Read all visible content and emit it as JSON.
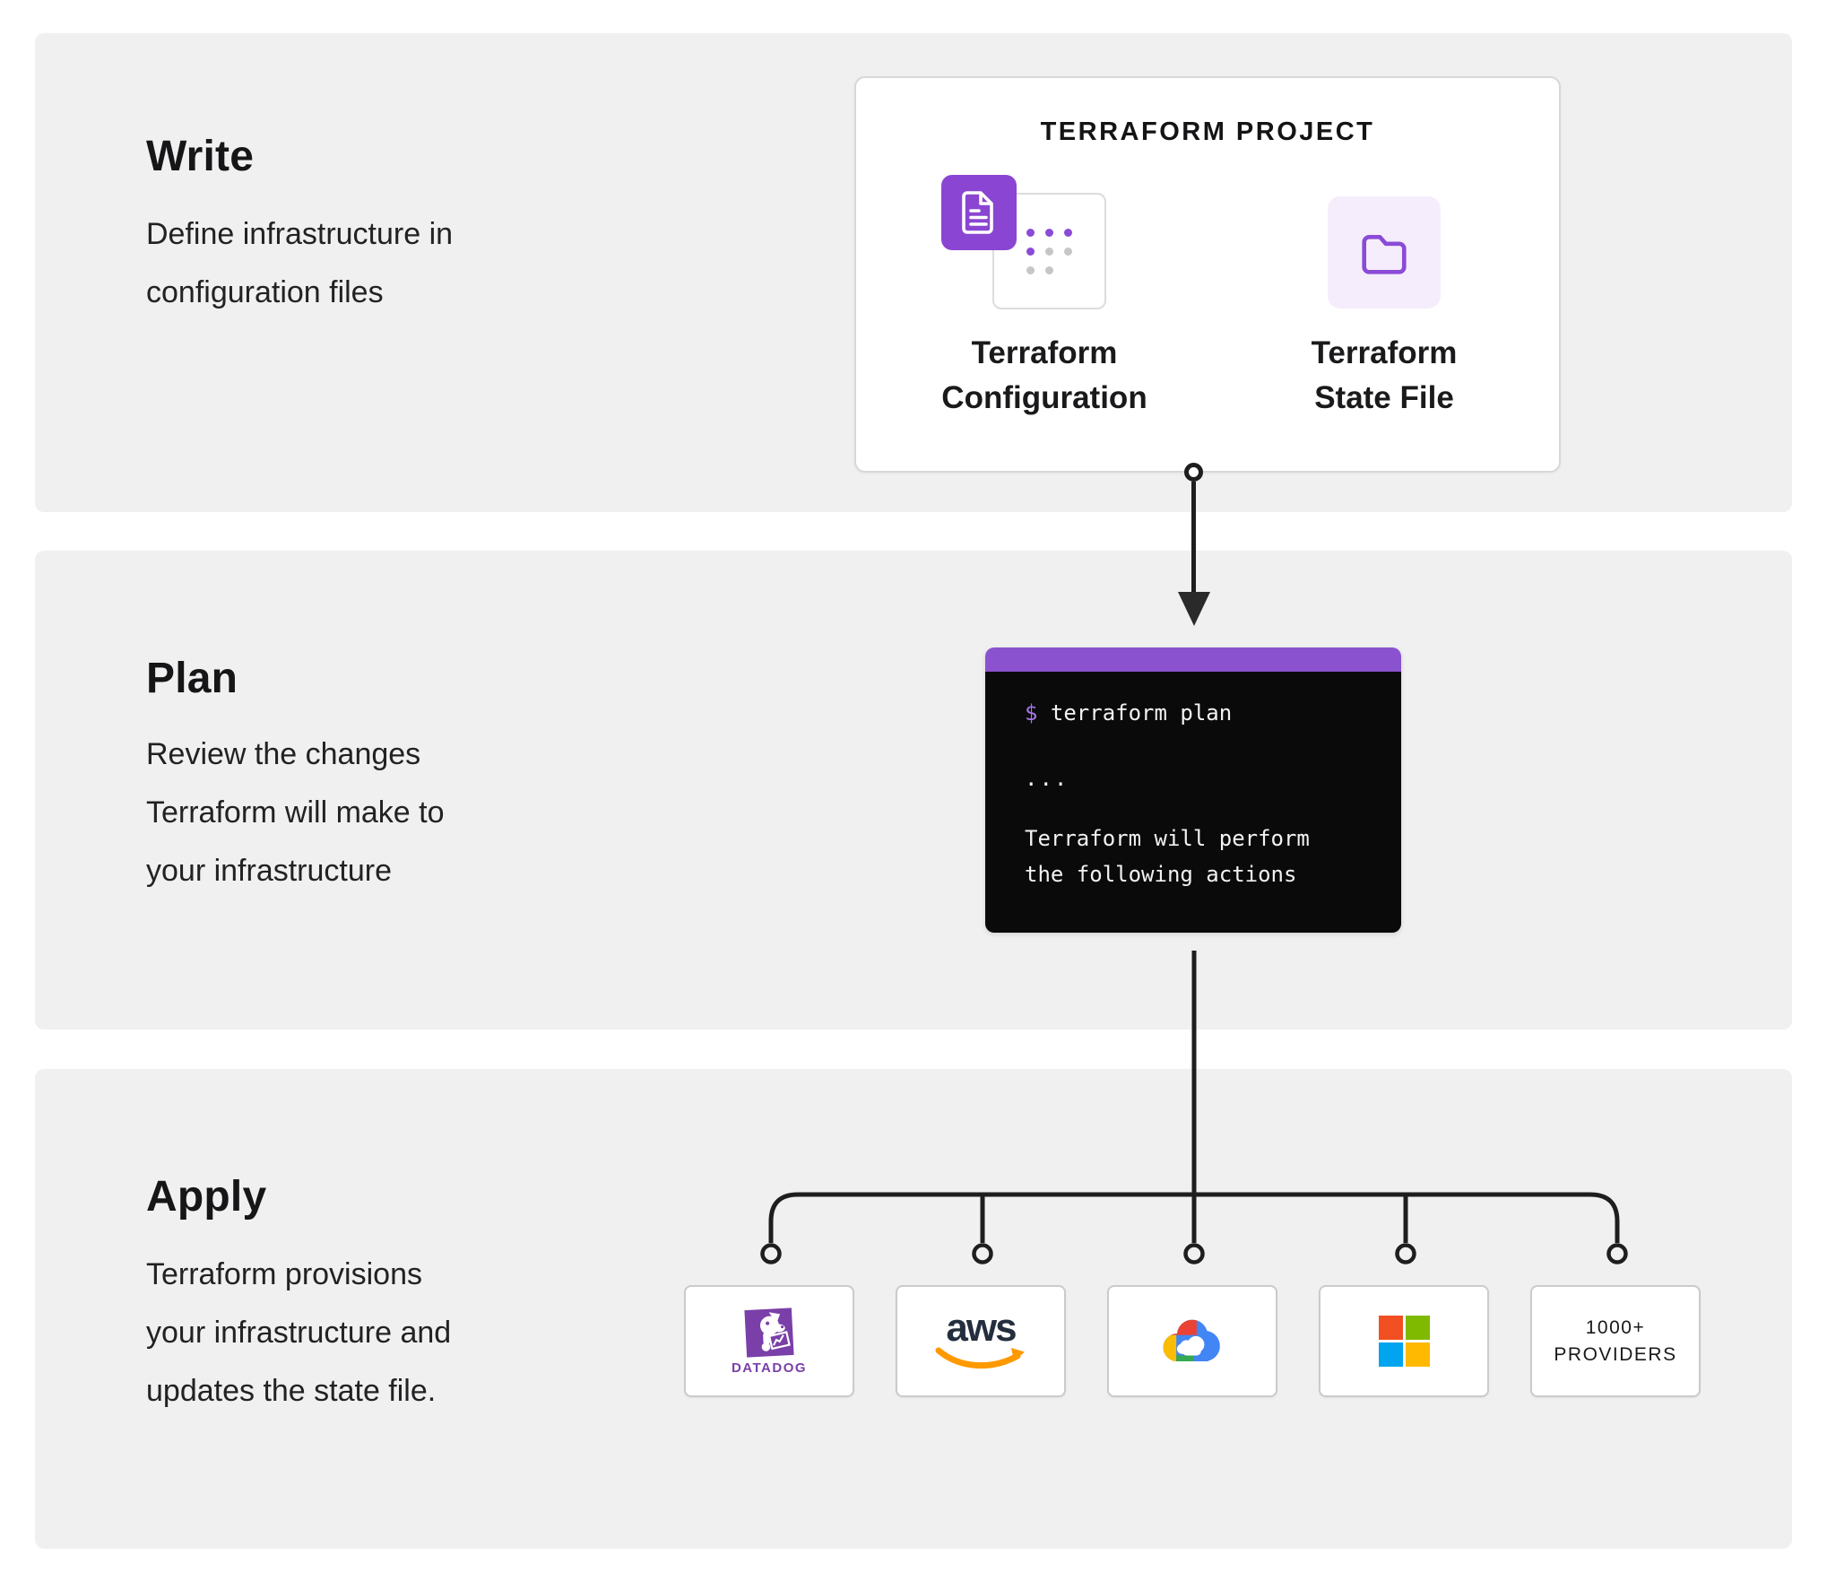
{
  "sections": {
    "write": {
      "title": "Write",
      "desc": [
        "Define infrastructure in",
        "configuration files"
      ]
    },
    "plan": {
      "title": "Plan",
      "desc": [
        "Review the changes",
        "Terraform will make to",
        "your infrastructure"
      ]
    },
    "apply": {
      "title": "Apply",
      "desc": [
        "Terraform provisions",
        "your infrastructure and",
        "updates the state file."
      ]
    }
  },
  "project_card": {
    "title": "TERRAFORM PROJECT",
    "configuration_label": [
      "Terraform",
      "Configuration"
    ],
    "state_label": [
      "Terraform",
      "State File"
    ],
    "icons": [
      "document-icon",
      "dots-grid-icon",
      "folder-icon"
    ]
  },
  "terminal": {
    "prompt": "$",
    "command": "terraform plan",
    "ellipsis": "...",
    "output_lines": [
      "Terraform will perform",
      "the following actions"
    ]
  },
  "providers_row": {
    "datadog": {
      "name": "Datadog",
      "wordmark": "DATADOG",
      "icon": "datadog-dog-icon"
    },
    "aws": {
      "name": "Amazon Web Services",
      "wordmark": "aws",
      "icon": "aws-smile-icon"
    },
    "google_cloud": {
      "name": "Google Cloud",
      "icon": "google-cloud-icon"
    },
    "microsoft": {
      "name": "Microsoft",
      "icon": "microsoft-squares-icon"
    },
    "more": {
      "line1": "1000+",
      "line2": "PROVIDERS"
    }
  },
  "colors": {
    "panel_gray": "#f0f0f0",
    "terraform_purple": "#8a46d2",
    "terminal_header_purple": "#8b52cf",
    "terminal_bg": "#0a0a0a",
    "prompt_purple": "#a577e8",
    "lavender": "#f5edfc",
    "connector_dark": "#1e1e1e",
    "datadog_purple": "#7a3fa8",
    "aws_navy": "#232f3e",
    "aws_orange": "#ff9900",
    "gcp_blue": "#4285f4",
    "gcp_red": "#ea4335",
    "gcp_yellow": "#fbbc05",
    "gcp_green": "#34a853",
    "ms_red": "#f25022",
    "ms_green": "#7fba00",
    "ms_blue": "#00a4ef",
    "ms_yellow": "#ffb900"
  }
}
